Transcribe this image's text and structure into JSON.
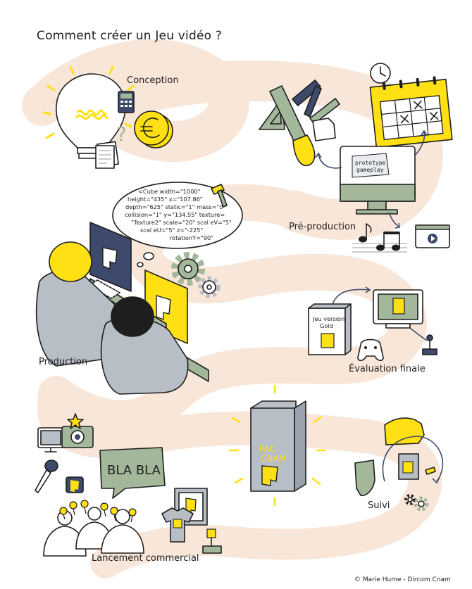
{
  "title": "Comment créer un Jeu vidéo ?",
  "steps": [
    {
      "label": "Conception"
    },
    {
      "label": "Pré-production"
    },
    {
      "label": "Production"
    },
    {
      "label": "Évaluation finale"
    },
    {
      "label": "Suivi"
    },
    {
      "label": "Lancement commercial"
    }
  ],
  "code_bubble": {
    "lines": [
      "<Cube width=\"1000\"",
      "height=\"435\" x=\"107.86\"",
      "depth=\"625\" static=\"1\" mass=\"0\"",
      "collision=\"1\" y=\"134.55\" texture=",
      "\"Texture2\" scale=\"20\" scal eV=\"5\"",
      "scal eU=\"5\" z=\"-225\"",
      "rotationY=\"90\""
    ]
  },
  "monitor_note": [
    "prototype",
    "gameplay"
  ],
  "gold_box": [
    "Jeu version",
    "Gold"
  ],
  "product_box": [
    "PAC",
    "CNAM"
  ],
  "speech": "BLA BLA",
  "credit": "© Marie Hume - Dircom Cnam",
  "colors": {
    "path": "#f8e6d9",
    "yellow": "#ffe014",
    "green": "#a3b79a",
    "navy": "#3e4a6b",
    "gray": "#b7bec6",
    "ink": "#1e1e1e"
  }
}
